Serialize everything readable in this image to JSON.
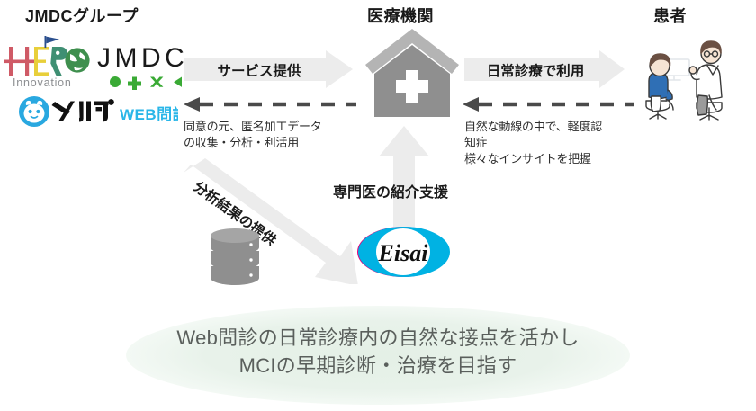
{
  "columns": {
    "left_title": "JMDCグループ",
    "center_title": "医療機関",
    "right_title": "患者"
  },
  "logos": {
    "hero": {
      "name": "hero-innovation-logo",
      "wordmark": "HERO",
      "tagline": "Innovation"
    },
    "jmdc": {
      "name": "jmdc-logo",
      "wordmark": "JMDC",
      "accent_color": "#3aaa35"
    },
    "merp": {
      "name": "merp-web-monshin-logo",
      "wordmark": "メルプ",
      "suffix": "WEB問診",
      "accent_color": "#29b6e8"
    },
    "eisai": {
      "name": "eisai-logo",
      "wordmark": "Eisai",
      "left_color": "#e5007e",
      "right_color": "#00b2e3"
    }
  },
  "flows": {
    "service_provision": {
      "label": "サービス提供",
      "direction": "right"
    },
    "data_collection": {
      "caption": "同意の元、匿名加工データ\nの収集・分析・利活用",
      "direction": "left",
      "style": "dashed"
    },
    "daily_care_use": {
      "label": "日常診療で利用",
      "direction": "right"
    },
    "insight_capture": {
      "caption": "自然な動線の中で、軽度認\n知症\n様々なインサイトを把握",
      "direction": "left",
      "style": "dashed"
    },
    "analysis_results": {
      "label": "分析結果の提供",
      "direction": "down-right"
    },
    "specialist_referral": {
      "label": "専門医の紹介支援",
      "direction": "up"
    }
  },
  "icons": {
    "hospital": "hospital-house-icon",
    "database": "database-icon",
    "patient_scene": "doctor-and-patient-illustration"
  },
  "banner": {
    "text": "Web問診の日常診療内の自然な接点を活かし\nMCIの早期診断・治療を目指す",
    "background_color": "#e4f0e6",
    "text_color": "#5a5f5c"
  },
  "palette": {
    "arrow_gray": "#e9e9e9",
    "dashed_arrow": "#4a4a4a",
    "icon_gray": "#9a9a9a",
    "title_black": "#1a1a1a"
  }
}
